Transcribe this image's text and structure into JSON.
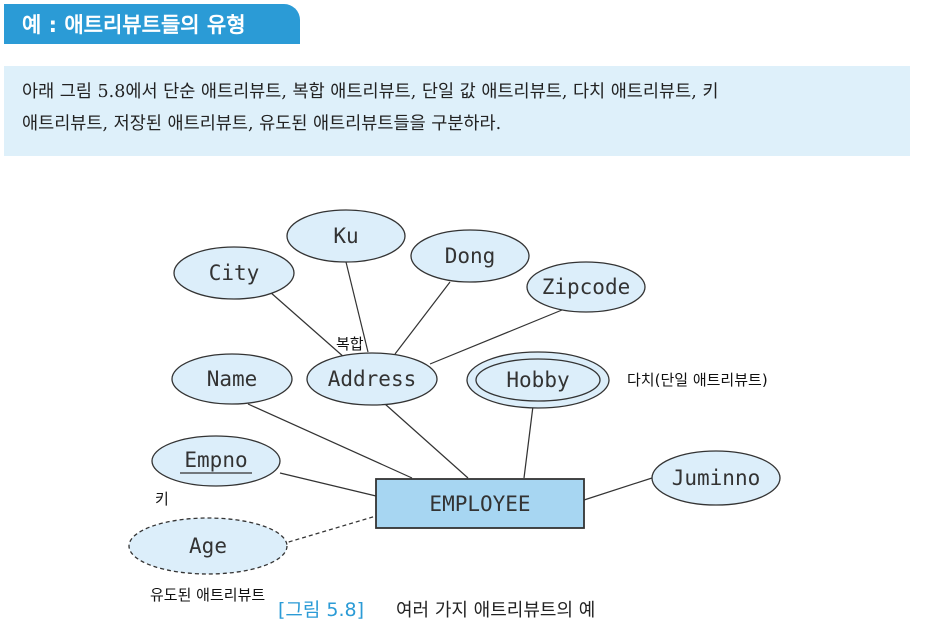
{
  "header": {
    "title": "예 : 애트리뷰트들의 유형"
  },
  "description": {
    "line1": "아래 그림 5.8에서 단순 애트리뷰트, 복합 애트리뷰트, 단일 값 애트리뷰트, 다치 애트리뷰트, 키",
    "line2": "애트리뷰트, 저장된 애트리뷰트, 유도된 애트리뷰트들을 구분하라."
  },
  "diagram": {
    "entity": "EMPLOYEE",
    "attributes": {
      "ku": "Ku",
      "city": "City",
      "dong": "Dong",
      "zipcode": "Zipcode",
      "name": "Name",
      "address": "Address",
      "hobby": "Hobby",
      "empno": "Empno",
      "juminno": "Juminno",
      "age": "Age"
    },
    "notes": {
      "composite": "복합",
      "multivalued": "다치(단일 애트리뷰트)",
      "key": "키",
      "derived": "유도된 애트리뷰트"
    },
    "colors": {
      "fill": "#dceefa",
      "entity_fill": "#a7d6f2",
      "stroke": "#333333",
      "accent": "#2b9bd6"
    }
  },
  "caption": {
    "number": "[그림 5.8]",
    "text": "여러 가지 애트리뷰트의 예"
  }
}
